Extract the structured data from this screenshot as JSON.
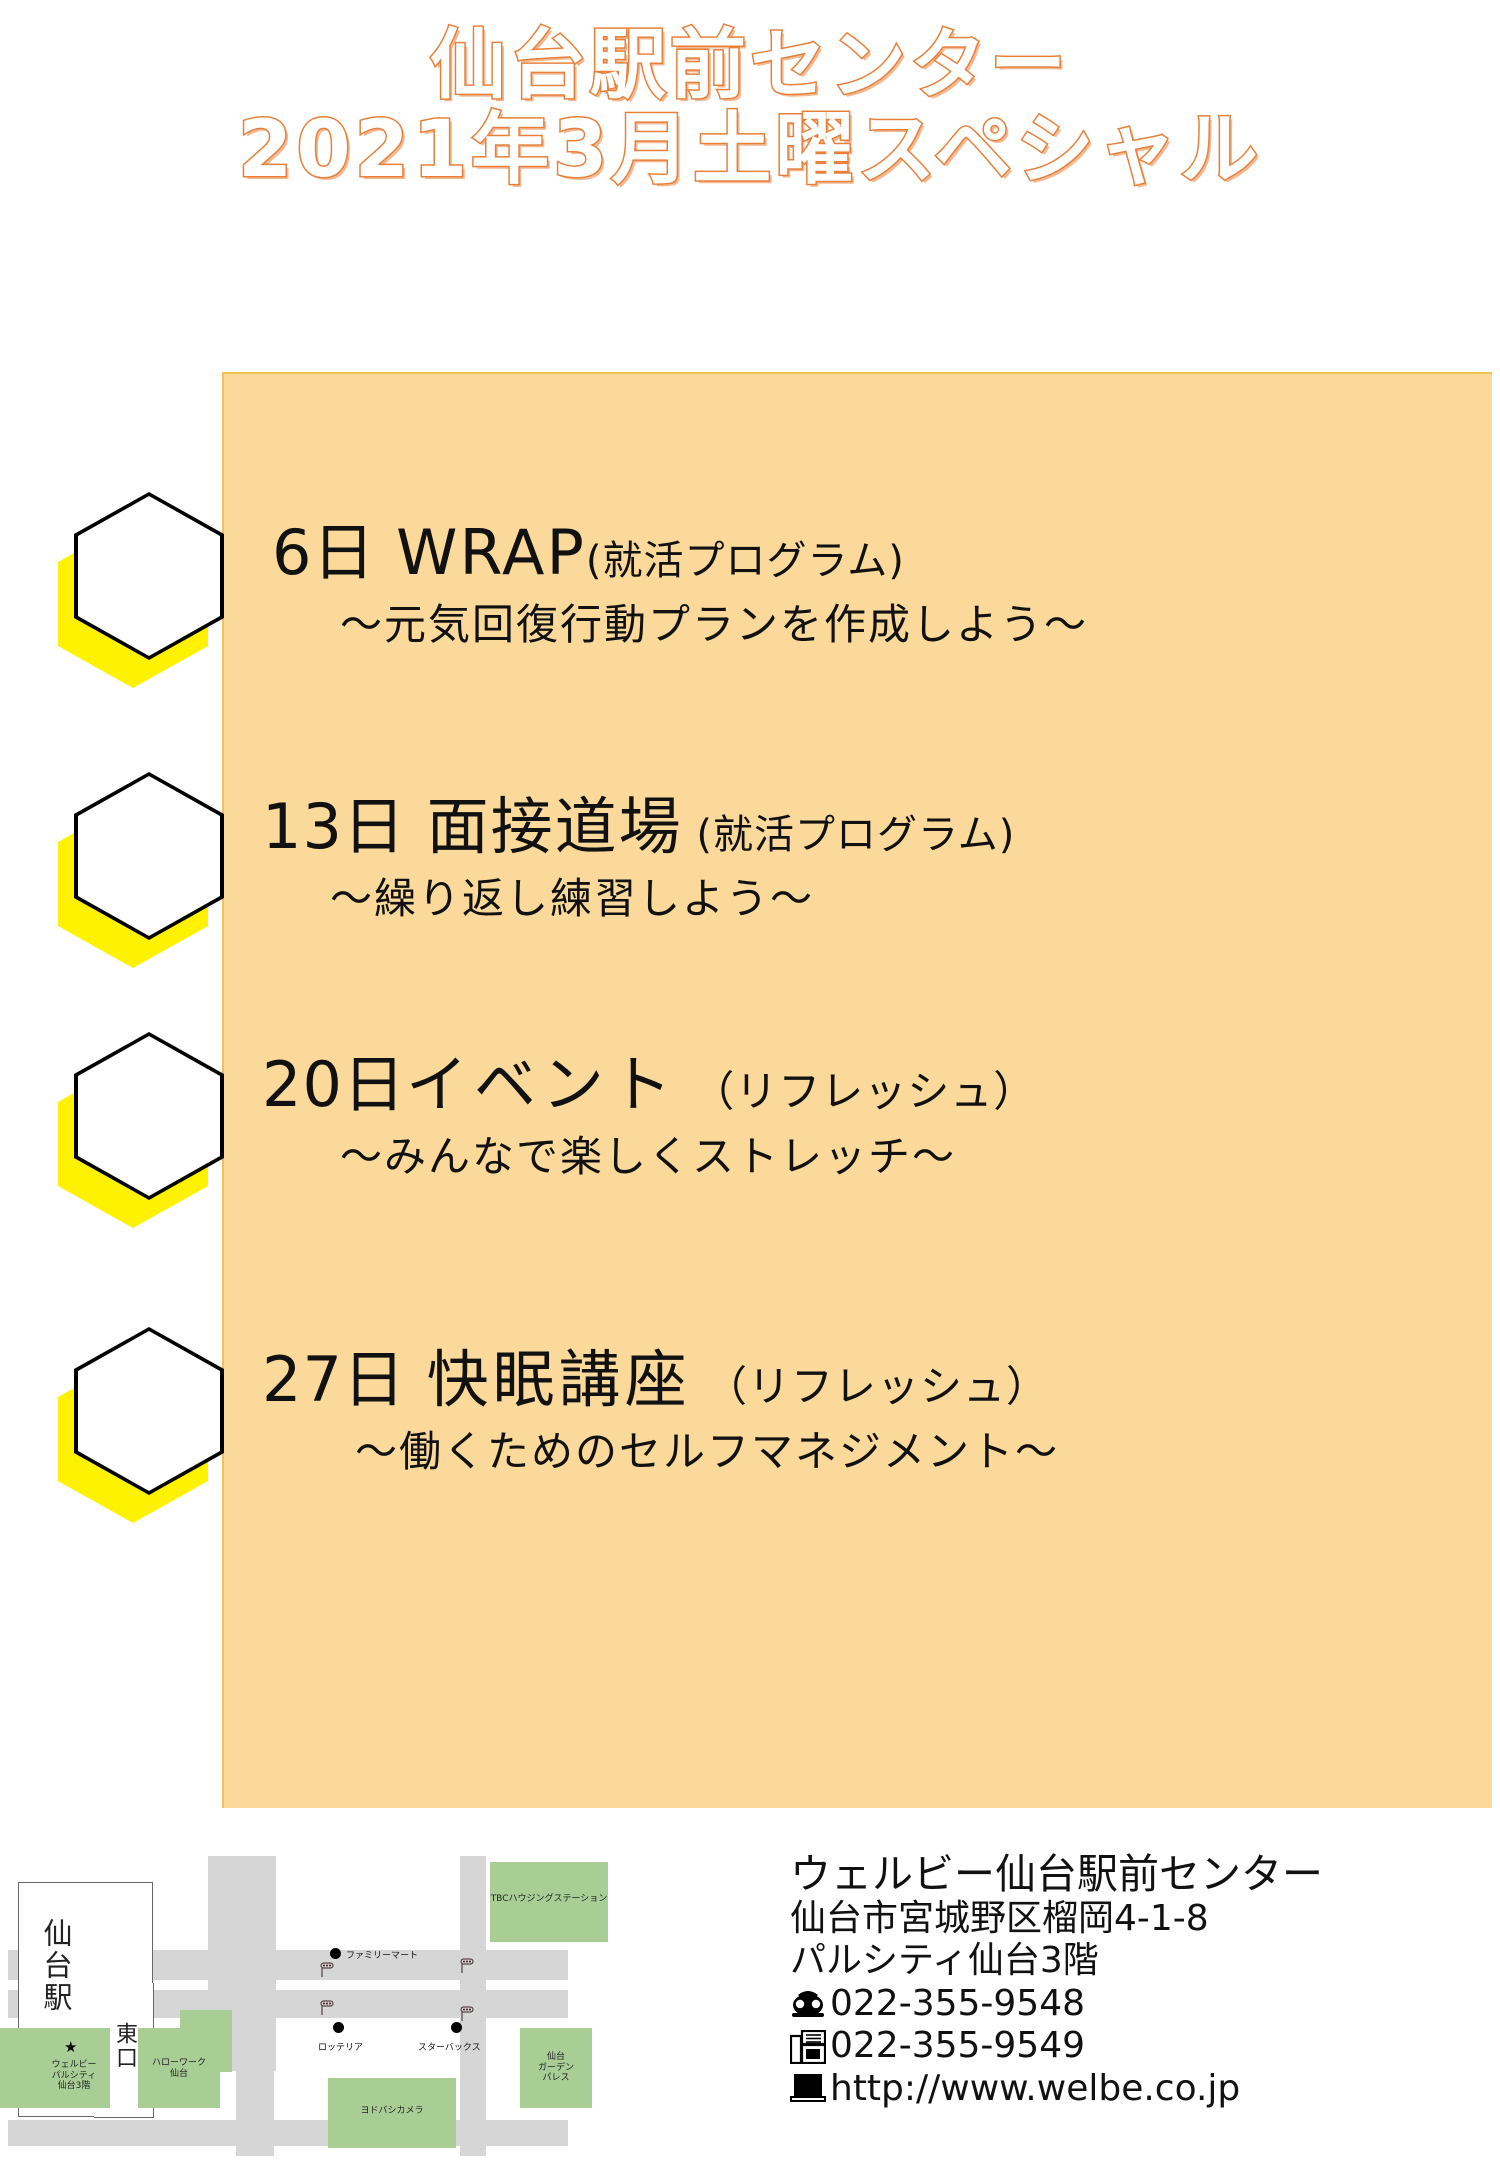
{
  "title": {
    "line1": "仙台駅前センター",
    "line2": "2021年3月土曜スペシャル",
    "accent_color": "#E8803A"
  },
  "panel": {
    "background_color": "#FBD99A",
    "border_color": "#F2C24E"
  },
  "events": [
    {
      "date": "6日",
      "name": "WRAP",
      "category": "(就活プログラム)",
      "subtitle": "～元気回復行動プランを作成しよう～",
      "badge": "hexagon-yellow"
    },
    {
      "date": "13日",
      "name": "面接道場",
      "category": "(就活プログラム)",
      "subtitle": "～繰り返し練習しよう～",
      "badge": "hexagon-yellow"
    },
    {
      "date": "20日",
      "name": "イベント",
      "category": "（リフレッシュ）",
      "subtitle": "～みんなで楽しくストレッチ～",
      "badge": "hexagon-yellow"
    },
    {
      "date": "27日",
      "name": "快眠講座",
      "category": "（リフレッシュ）",
      "subtitle": "～働くためのセルフマネジメント～",
      "badge": "hexagon-yellow"
    }
  ],
  "map": {
    "station_name": "仙台駅",
    "station_exit": "東口",
    "blocks": [
      {
        "label": "TBCハウジングステーション"
      },
      {
        "label": "ヨドバシカメラ"
      },
      {
        "label": "仙台\nガーデン\nパレス"
      },
      {
        "label": "ウェルビー\nパルシティ\n仙台3階"
      },
      {
        "label": "ハローワーク\n仙台"
      }
    ],
    "pois": [
      {
        "label": "ファミリーマート"
      },
      {
        "label": "ロッテリア"
      },
      {
        "label": "スターバックス"
      }
    ],
    "marker": "★",
    "road_color": "#D6D6D6",
    "block_color": "#A8CE96"
  },
  "contact": {
    "name": "ウェルビー仙台駅前センター",
    "address1": "仙台市宮城野区榴岡4-1-8",
    "address2": "パルシティ仙台3階",
    "tel": "022-355-9548",
    "fax": "022-355-9549",
    "url": "http://www.welbe.co.jp",
    "tel_icon": "telephone-icon",
    "fax_icon": "fax-machine-icon",
    "web_icon": "laptop-icon"
  }
}
